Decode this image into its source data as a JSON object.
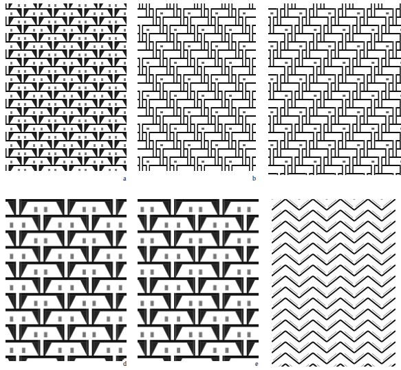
{
  "diagram": {
    "labels": [
      "a",
      "b",
      "d",
      "e"
    ]
  }
}
